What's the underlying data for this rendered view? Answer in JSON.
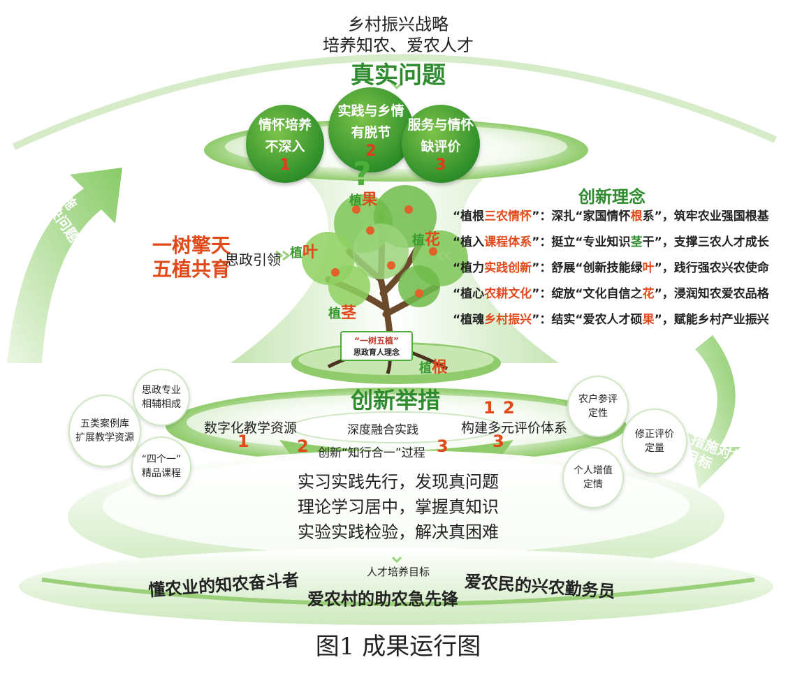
{
  "top": {
    "line1": "乡村振兴战略",
    "line2": "培养知农、爱农人才",
    "heading": "真实问题"
  },
  "problems": [
    {
      "line1": "情怀培养",
      "line2": "不深入",
      "num": "1"
    },
    {
      "line1": "实践与乡情",
      "line2": "有脱节",
      "num": "2"
    },
    {
      "line1": "服务与情怀",
      "line2": "缺评价",
      "num": "3"
    }
  ],
  "question_mark": "?",
  "left_arrow": {
    "line1": "措施",
    "line2": "解决问题"
  },
  "right_arrow": {
    "line1": "措施对标",
    "line2": "目标"
  },
  "left_slogan": {
    "line1": "一树擎天",
    "line2": "五植共育",
    "guide": "思政引领"
  },
  "tree": {
    "labels": {
      "guo_z": "植",
      "guo": "果",
      "hua_z": "植",
      "hua": "花",
      "ye_z": "植",
      "ye": "叶",
      "jing_z": "植",
      "jing": "茎",
      "gen_z": "植",
      "gen": "根"
    },
    "badge_line1": "“一树五植”",
    "badge_line2": "思政育人理念"
  },
  "innovation": {
    "heading": "创新理念",
    "rows": [
      {
        "q1": "“植根",
        "hl": "三农情怀",
        "q2": "”：",
        "t1": "深扎“家国情怀",
        "hl2": "根",
        "t2": "系”，筑牢农业强国根基"
      },
      {
        "q1": "“植入",
        "hl": "课程体系",
        "q2": "”：",
        "t1": "挺立“专业知识",
        "hl2": "茎",
        "t2": "干”，支撑三农人才成长"
      },
      {
        "q1": "“植力",
        "hl": "实践创新",
        "q2": "”：",
        "t1": "舒展“创新技能绿",
        "hl2": "叶",
        "t2": "”，践行强农兴农使命"
      },
      {
        "q1": "“植心",
        "hl": "农耕文化",
        "q2": "”：",
        "t1": "绽放“文化自信之",
        "hl2": "花",
        "t2": "”，浸润知农爱农品格"
      },
      {
        "q1": "“植魂",
        "hl": "乡村振兴",
        "q2": "”：",
        "t1": "结实“爱农人才硕",
        "hl2": "果",
        "t2": "”，赋能乡村产业振兴"
      }
    ]
  },
  "measures": {
    "heading": "创新举措",
    "left": "数字化教学资源",
    "center": "深度融合实践",
    "right": "构建多元评价体系",
    "bottom": "创新“知行合一”过程",
    "nums": {
      "left": "1",
      "bottom_left": "2",
      "bottom_right": "3",
      "right_top_1": "1",
      "right_top_2": "2",
      "right_bottom": "3"
    }
  },
  "left_bubbles": [
    {
      "line1": "思政专业",
      "line2": "相辅相成"
    },
    {
      "line1": "五类案例库",
      "line2": "扩展教学资源"
    },
    {
      "line1": "“四个一”",
      "line2": "精品课程"
    }
  ],
  "right_bubbles": [
    {
      "line1": "农户参评",
      "line2": "定性"
    },
    {
      "line1": "修正评价",
      "line2": "定量"
    },
    {
      "line1": "个人增值",
      "line2": "定情"
    }
  ],
  "practice_lines": [
    "实习实践先行，发现真问题",
    "理论学习居中，掌握真知识",
    "实验实践检验，解决真困难"
  ],
  "talent": {
    "heading": "人才培养目标",
    "goals": [
      "懂农业的知农奋斗者",
      "爱农村的助农急先锋",
      "爱农民的兴农勤务员"
    ]
  },
  "caption": "图1  成果运行图",
  "colors": {
    "green": "#2e8b2e",
    "red": "#e04a1a",
    "light_green": "#cfe8c4"
  }
}
